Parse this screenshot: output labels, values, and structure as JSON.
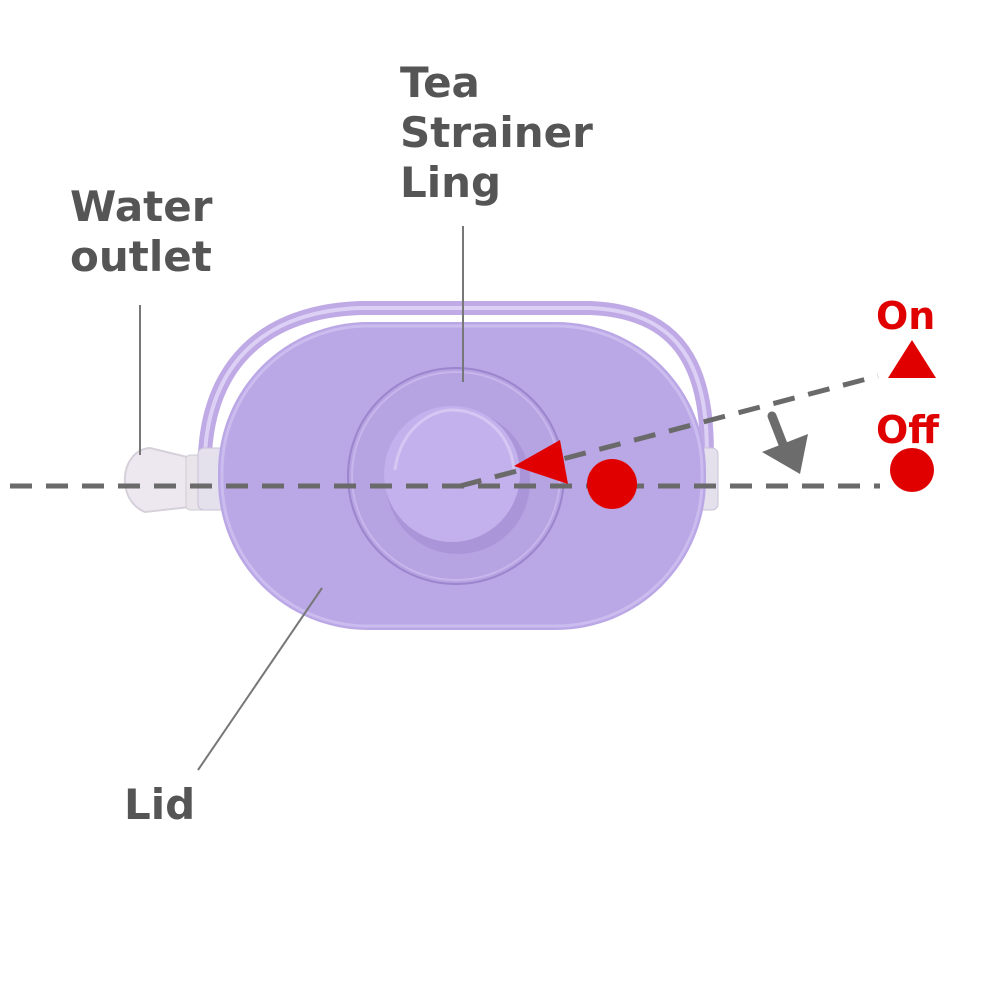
{
  "labels": {
    "tea_strainer": [
      "Tea",
      "Strainer",
      "Ling"
    ],
    "water_outlet": [
      "Water",
      "outlet"
    ],
    "lid": "Lid",
    "on": "On",
    "off": "Off"
  },
  "colors": {
    "lid_body": "#b9a5e4",
    "lid_rim": "#c6b3ec",
    "handle": "#b8a2e2",
    "label_text": "#555555",
    "indicator_red": "#e00000",
    "dashed_line": "#666666",
    "outlet": "#ece8ef"
  },
  "icons": {
    "on_marker": "triangle-icon",
    "off_marker": "circle-icon",
    "direction": "arrow-down-icon"
  }
}
